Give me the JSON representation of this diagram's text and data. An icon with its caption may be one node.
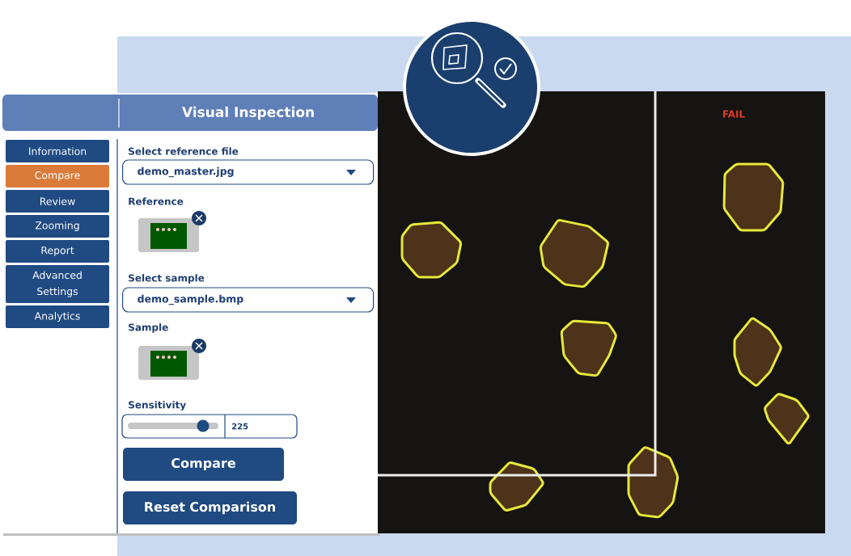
{
  "diagram": {
    "nodes": [
      {
        "text": [
          "Visual Inspection"
        ]
      },
      {
        "text": [
          "Information"
        ]
      },
      {
        "text": [
          "Compare"
        ]
      },
      {
        "text": [
          "Review"
        ]
      },
      {
        "text": [
          "Zooming"
        ]
      },
      {
        "text": [
          "Report"
        ]
      },
      {
        "text": [
          "Advanced Settings"
        ]
      },
      {
        "text": [
          "Analytics"
        ]
      },
      {
        "text": [
          "demo_master.jpg"
        ]
      },
      {
        "text": [
          "demo_sample.bmp"
        ]
      },
      {
        "text": [
          "225"
        ]
      },
      {
        "text": [
          "Compare"
        ]
      },
      {
        "text": [
          "Reset Comparison"
        ]
      }
    ],
    "labels": [
      "Select reference file",
      "Reference",
      "Select sample",
      "Sample",
      "Sensitivity",
      "FAIL"
    ]
  }
}
